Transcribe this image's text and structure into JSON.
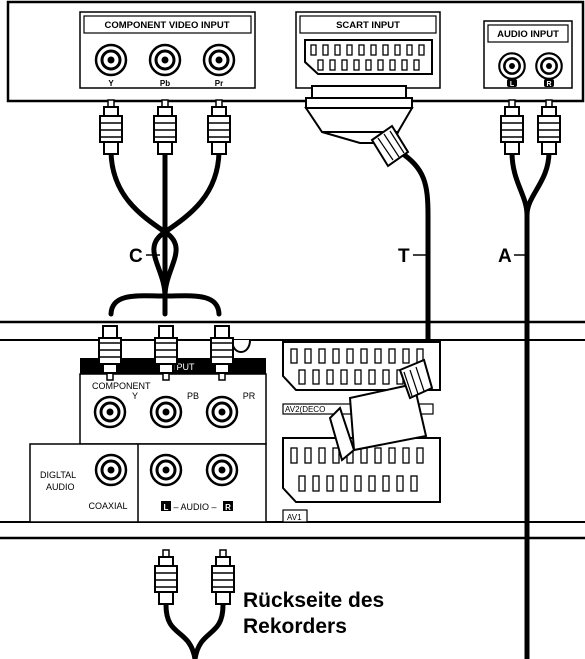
{
  "tv": {
    "component_header": "COMPONENT VIDEO INPUT",
    "component_jacks": [
      "Y",
      "Pb",
      "Pr"
    ],
    "scart_header": "SCART INPUT",
    "audio_header": "AUDIO INPUT",
    "audio_jacks": [
      "L",
      "R"
    ]
  },
  "recorder": {
    "output_header": "OUTPUT",
    "component_label": "COMPONENT",
    "component_jacks": [
      "Y",
      "PB",
      "PR"
    ],
    "digital_label_line1": "DIGLTAL",
    "digital_label_line2": "AUDIO",
    "coaxial_label": "COAXIAL",
    "audio_left_badge": "L",
    "audio_mid": "– AUDIO –",
    "audio_right_badge": "R",
    "av2_label": "AV2(DECO",
    "av1_label": "AV1"
  },
  "cables": {
    "component": "C",
    "scart": "T",
    "audio": "A"
  },
  "caption": {
    "line1": "Rückseite des",
    "line2": "Rekorders"
  }
}
